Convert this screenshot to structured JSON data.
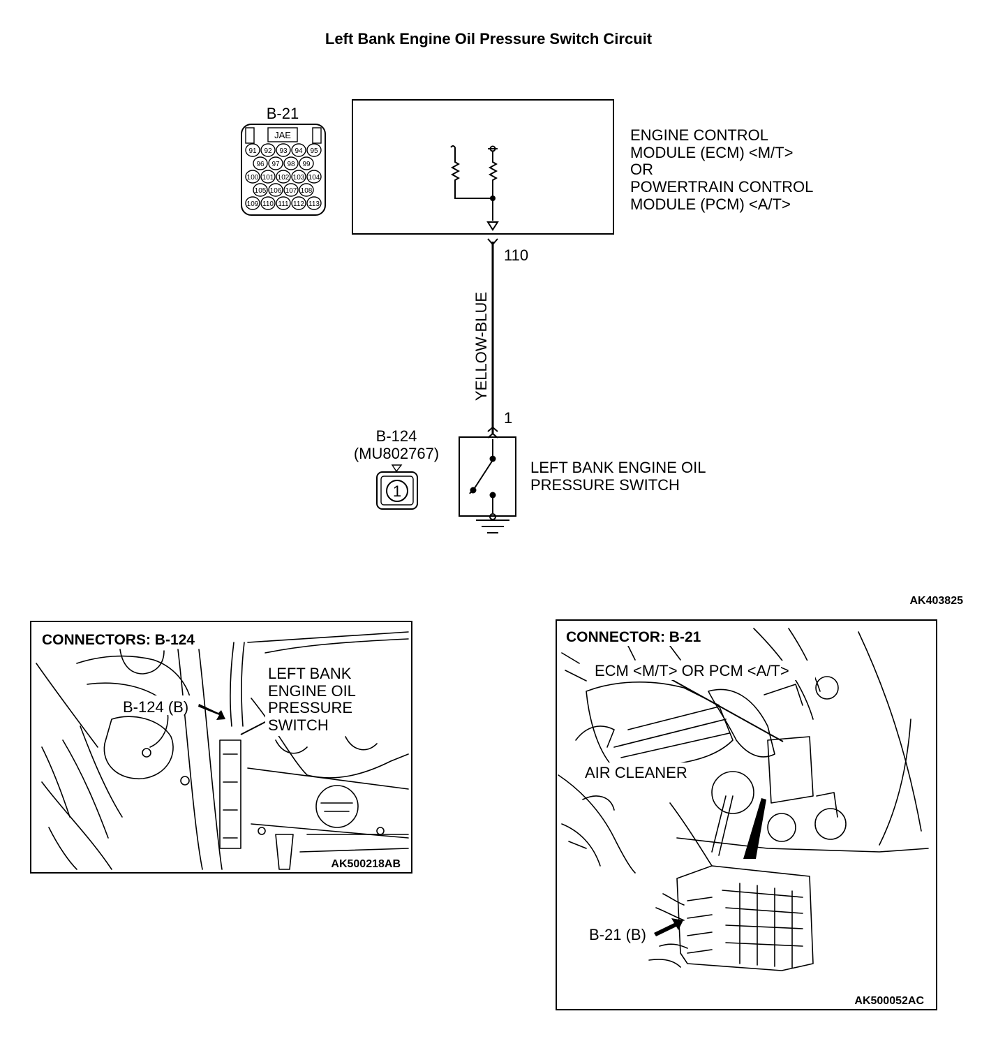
{
  "title": "Left Bank Engine Oil Pressure Switch Circuit",
  "module": {
    "connector": "B-21",
    "connector_maker": "JAE",
    "pin_rows": [
      [
        "91",
        "92",
        "93",
        "94",
        "95"
      ],
      [
        "96",
        "97",
        "98",
        "99"
      ],
      [
        "100",
        "101",
        "102",
        "103",
        "104"
      ],
      [
        "105",
        "106",
        "107",
        "108"
      ],
      [
        "109",
        "110",
        "111",
        "112",
        "113"
      ]
    ],
    "label_lines": [
      "ENGINE CONTROL",
      "MODULE (ECM) <M/T>",
      "OR",
      "POWERTRAIN CONTROL",
      "MODULE (PCM) <A/T>"
    ],
    "terminal": "110"
  },
  "wire": {
    "color_label": "YELLOW-BLUE"
  },
  "switch": {
    "connector": "B-124",
    "part_number": "(MU802767)",
    "pin": "1",
    "terminal": "1",
    "label_lines": [
      "LEFT BANK ENGINE OIL",
      "PRESSURE SWITCH"
    ]
  },
  "figure_code": "AK403825",
  "panel_left": {
    "title": "CONNECTORS: B-124",
    "callout": "B-124 (B)",
    "label_lines": [
      "LEFT BANK",
      "ENGINE OIL",
      "PRESSURE",
      "SWITCH"
    ],
    "code": "AK500218AB"
  },
  "panel_right": {
    "title": "CONNECTOR: B-21",
    "module_label": "ECM <M/T> OR PCM <A/T>",
    "air_cleaner": "AIR CLEANER",
    "callout": "B-21 (B)",
    "code": "AK500052AC"
  }
}
